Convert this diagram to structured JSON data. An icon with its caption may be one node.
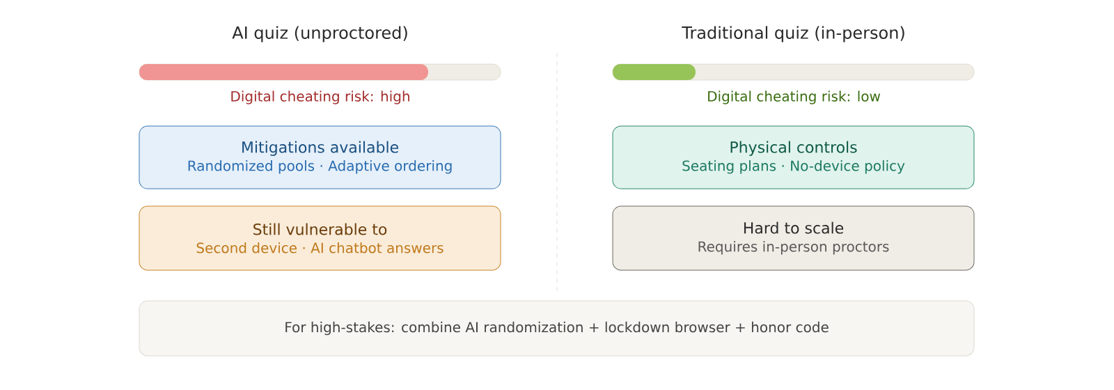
{
  "diagram": {
    "nodes": [
      {
        "text": [
          "Mitigations available",
          "Randomized pools · Adaptive ordering"
        ]
      },
      {
        "text": [
          "Physical controls",
          "Seating plans · No-device policy"
        ]
      },
      {
        "text": [
          "Still vulnerable to",
          "Second device · AI chatbot answers"
        ]
      },
      {
        "text": [
          "Hard to scale",
          "Requires in-person proctors"
        ]
      },
      {
        "text": [
          "For high-stakes: combine AI randomization + lockdown browser + honor code"
        ]
      }
    ],
    "labels": [
      "AI quiz (unproctored)",
      "Traditional quiz (in-person)",
      "Digital cheating risk: high",
      "Digital cheating risk: low"
    ]
  }
}
